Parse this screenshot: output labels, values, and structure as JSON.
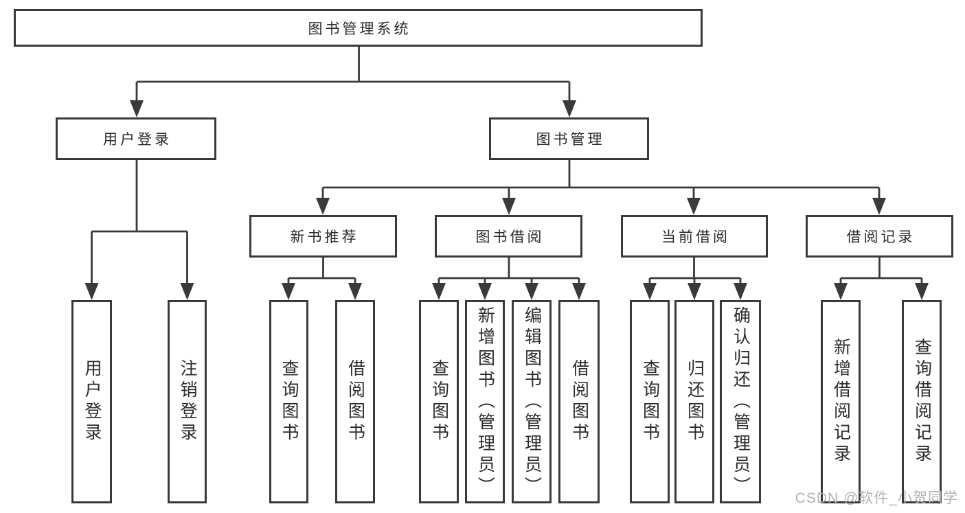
{
  "colors": {
    "line": "#3a3a3a",
    "text": "#2b2b2b",
    "bg": "#ffffff",
    "watermark": "#b3b3b3"
  },
  "root": {
    "label": "图书管理系统"
  },
  "branches": {
    "user_login": {
      "label": "用户登录",
      "children": [
        {
          "label": "用户登录"
        },
        {
          "label": "注销登录"
        }
      ]
    },
    "book_management": {
      "label": "图书管理",
      "sections": [
        {
          "label": "新书推荐",
          "children": [
            {
              "label": "查询图书"
            },
            {
              "label": "借阅图书"
            }
          ]
        },
        {
          "label": "图书借阅",
          "children": [
            {
              "label": "查询图书"
            },
            {
              "label": "新增图书（管理员）"
            },
            {
              "label": "编辑图书（管理员）"
            },
            {
              "label": "借阅图书"
            }
          ]
        },
        {
          "label": "当前借阅",
          "children": [
            {
              "label": "查询图书"
            },
            {
              "label": "归还图书"
            },
            {
              "label": "确认归还（管理员）"
            }
          ]
        },
        {
          "label": "借阅记录",
          "children": [
            {
              "label": "新增借阅记录"
            },
            {
              "label": "查询借阅记录"
            }
          ]
        }
      ]
    }
  },
  "watermark": {
    "text": "CSDN @软件_小贺同学"
  }
}
